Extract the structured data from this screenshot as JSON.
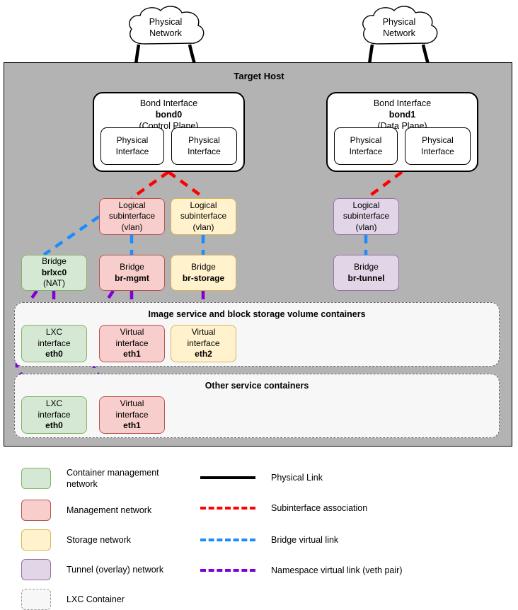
{
  "diagram": {
    "title": "Target Host",
    "host_label": "Target Host"
  },
  "clouds": [
    {
      "name": "cloud-left",
      "line1": "Physical",
      "line2": "Network"
    },
    {
      "name": "cloud-right",
      "line1": "Physical",
      "line2": "Network"
    }
  ],
  "bonds": [
    {
      "name": "bond0",
      "title": "Bond Interface",
      "id": "bond0",
      "role": "(Control Plane)",
      "ports": [
        {
          "line1": "Physical",
          "line2": "Interface"
        },
        {
          "line1": "Physical",
          "line2": "Interface"
        }
      ]
    },
    {
      "name": "bond1",
      "title": "Bond Interface",
      "id": "bond1",
      "role": "(Data Plane)",
      "ports": [
        {
          "line1": "Physical",
          "line2": "Interface"
        },
        {
          "line1": "Physical",
          "line2": "Interface"
        }
      ]
    }
  ],
  "subinterfaces": [
    {
      "name": "subif-mgmt",
      "line1": "Logical",
      "line2": "subinterface",
      "line3": "(vlan)",
      "color": "pink"
    },
    {
      "name": "subif-storage",
      "line1": "Logical",
      "line2": "subinterface",
      "line3": "(vlan)",
      "color": "yellow"
    },
    {
      "name": "subif-tunnel",
      "line1": "Logical",
      "line2": "subinterface",
      "line3": "(vlan)",
      "color": "purple"
    }
  ],
  "bridges": [
    {
      "name": "bridge-brlxc0",
      "label": "Bridge",
      "id": "brlxc0",
      "note": "(NAT)",
      "color": "green"
    },
    {
      "name": "bridge-br-mgmt",
      "label": "Bridge",
      "id": "br-mgmt",
      "note": "",
      "color": "pink"
    },
    {
      "name": "bridge-br-storage",
      "label": "Bridge",
      "id": "br-storage",
      "note": "",
      "color": "yellow"
    },
    {
      "name": "bridge-br-tunnel",
      "label": "Bridge",
      "id": "br-tunnel",
      "note": "",
      "color": "purple"
    }
  ],
  "panels": [
    {
      "name": "panel-image-block",
      "title": "Image service and block storage volume containers",
      "interfaces": [
        {
          "name": "iface-eth0-image",
          "line1": "LXC",
          "line2": "interface",
          "id": "eth0",
          "color": "green"
        },
        {
          "name": "iface-eth1-image",
          "line1": "Virtual",
          "line2": "interface",
          "id": "eth1",
          "color": "pink"
        },
        {
          "name": "iface-eth2-image",
          "line1": "Virtual",
          "line2": "interface",
          "id": "eth2",
          "color": "yellow"
        }
      ]
    },
    {
      "name": "panel-other-services",
      "title": "Other service containers",
      "interfaces": [
        {
          "name": "iface-eth0-other",
          "line1": "LXC",
          "line2": "interface",
          "id": "eth0",
          "color": "green"
        },
        {
          "name": "iface-eth1-other",
          "line1": "Virtual",
          "line2": "interface",
          "id": "eth1",
          "color": "pink"
        }
      ]
    }
  ],
  "legend": {
    "swatches": [
      {
        "name": "legend-container-management-network",
        "label": "Container management network",
        "color": "#d5e8d4",
        "border": "#82b366"
      },
      {
        "name": "legend-management-network",
        "label": "Management network",
        "color": "#f8cecc",
        "border": "#b85450"
      },
      {
        "name": "legend-storage-network",
        "label": "Storage network",
        "color": "#fff2cc",
        "border": "#d6b656"
      },
      {
        "name": "legend-tunnel-overlay-network",
        "label": "Tunnel (overlay) network",
        "color": "#e1d5e7",
        "border": "#9673a6"
      },
      {
        "name": "legend-lxc-container",
        "label": "LXC Container",
        "color": "#f7f7f7",
        "border": "#999999"
      }
    ],
    "lines": [
      {
        "name": "legend-physical-link",
        "label": "Physical Link",
        "color": "#000000",
        "style": "solid"
      },
      {
        "name": "legend-subinterface-assoc",
        "label": "Subinterface association",
        "color": "#ff0000",
        "style": "dashed"
      },
      {
        "name": "legend-bridge-virtual-link",
        "label": "Bridge virtual link",
        "color": "#1a8cff",
        "style": "dashed"
      },
      {
        "name": "legend-namespace-virtual-link",
        "label": "Namespace virtual link (veth pair)",
        "color": "#8000d7",
        "style": "dashed"
      }
    ]
  },
  "colors": {
    "host_background": "#b3b3b3",
    "panel_background": "#f7f7f7",
    "physical_link": "#000000",
    "subinterface_link": "#ff0000",
    "bridge_link": "#1a8cff",
    "namespace_link": "#8000d7"
  }
}
